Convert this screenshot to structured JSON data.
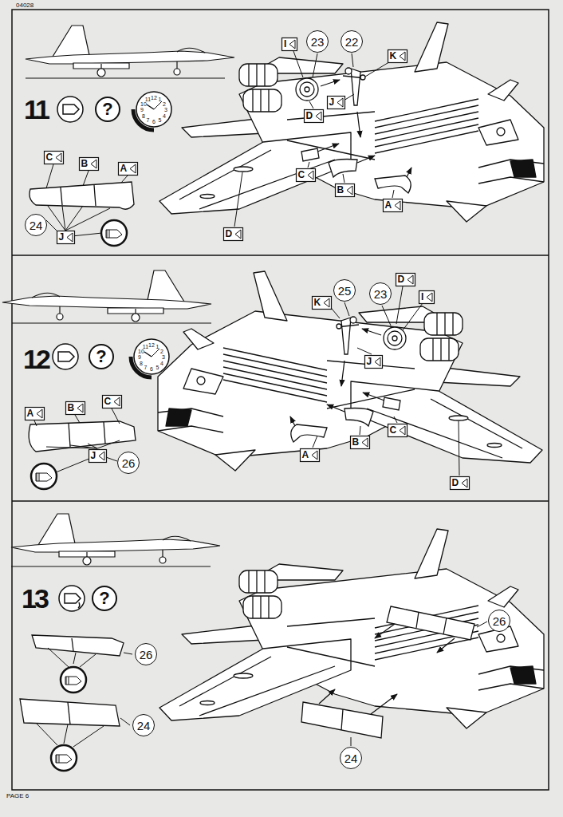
{
  "diagram": {
    "nodes": [
      {
        "text": [
          "?"
        ]
      },
      {
        "text": [
          "I"
        ]
      },
      {
        "text": [
          "23"
        ]
      },
      {
        "text": [
          "22"
        ]
      },
      {
        "text": [
          "K"
        ]
      },
      {
        "text": [
          "J"
        ]
      },
      {
        "text": [
          "D"
        ]
      },
      {
        "text": [
          "C"
        ]
      },
      {
        "text": [
          "B"
        ]
      },
      {
        "text": [
          "A"
        ]
      },
      {
        "text": [
          "C"
        ]
      },
      {
        "text": [
          "B"
        ]
      },
      {
        "text": [
          "A"
        ]
      },
      {
        "text": [
          "24"
        ]
      },
      {
        "text": [
          "D"
        ]
      },
      {
        "text": [
          "J"
        ]
      },
      {
        "text": [
          "?"
        ]
      },
      {
        "text": [
          "D"
        ]
      },
      {
        "text": [
          "25"
        ]
      },
      {
        "text": [
          "23"
        ]
      },
      {
        "text": [
          "I"
        ]
      },
      {
        "text": [
          "K"
        ]
      },
      {
        "text": [
          "J"
        ]
      },
      {
        "text": [
          "C"
        ]
      },
      {
        "text": [
          "B"
        ]
      },
      {
        "text": [
          "A"
        ]
      },
      {
        "text": [
          "C"
        ]
      },
      {
        "text": [
          "B"
        ]
      },
      {
        "text": [
          "A"
        ]
      },
      {
        "text": [
          "J"
        ]
      },
      {
        "text": [
          "26"
        ]
      },
      {
        "text": [
          "D"
        ]
      },
      {
        "text": [
          "?"
        ]
      },
      {
        "text": [
          "26"
        ]
      },
      {
        "text": [
          "26"
        ]
      },
      {
        "text": [
          "24"
        ]
      },
      {
        "text": [
          "24"
        ]
      }
    ],
    "labels": [
      "04028",
      "11",
      "12",
      "1",
      "2",
      "3",
      "4",
      "5",
      "6",
      "7",
      "8",
      "9",
      "10",
      "11",
      "12",
      "12",
      "1",
      "2",
      "3",
      "4",
      "5",
      "6",
      "7",
      "8",
      "9",
      "10",
      "11",
      "13",
      "PAGE 6"
    ]
  }
}
